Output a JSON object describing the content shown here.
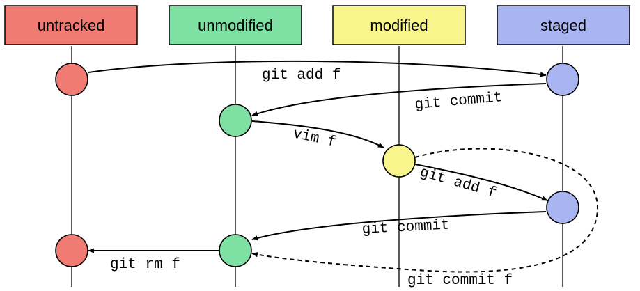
{
  "states": [
    {
      "id": "untracked",
      "label": "untracked",
      "color": "#f07b72"
    },
    {
      "id": "unmodified",
      "label": "unmodified",
      "color": "#7ee0a3"
    },
    {
      "id": "modified",
      "label": "modified",
      "color": "#f8f58c"
    },
    {
      "id": "staged",
      "label": "staged",
      "color": "#a8b5f0"
    }
  ],
  "transitions": [
    {
      "from": "untracked",
      "to": "staged",
      "label": "git add f",
      "style": "solid"
    },
    {
      "from": "staged",
      "to": "unmodified",
      "label": "git commit",
      "style": "solid"
    },
    {
      "from": "unmodified",
      "to": "modified",
      "label": "vim f",
      "style": "solid"
    },
    {
      "from": "modified",
      "to": "staged",
      "label": "git add f",
      "style": "solid"
    },
    {
      "from": "staged",
      "to": "unmodified",
      "label": "git commit",
      "style": "solid"
    },
    {
      "from": "unmodified",
      "to": "untracked",
      "label": "git rm f",
      "style": "solid"
    },
    {
      "from": "modified",
      "to": "unmodified",
      "label": "git commit f",
      "style": "dashed"
    }
  ]
}
